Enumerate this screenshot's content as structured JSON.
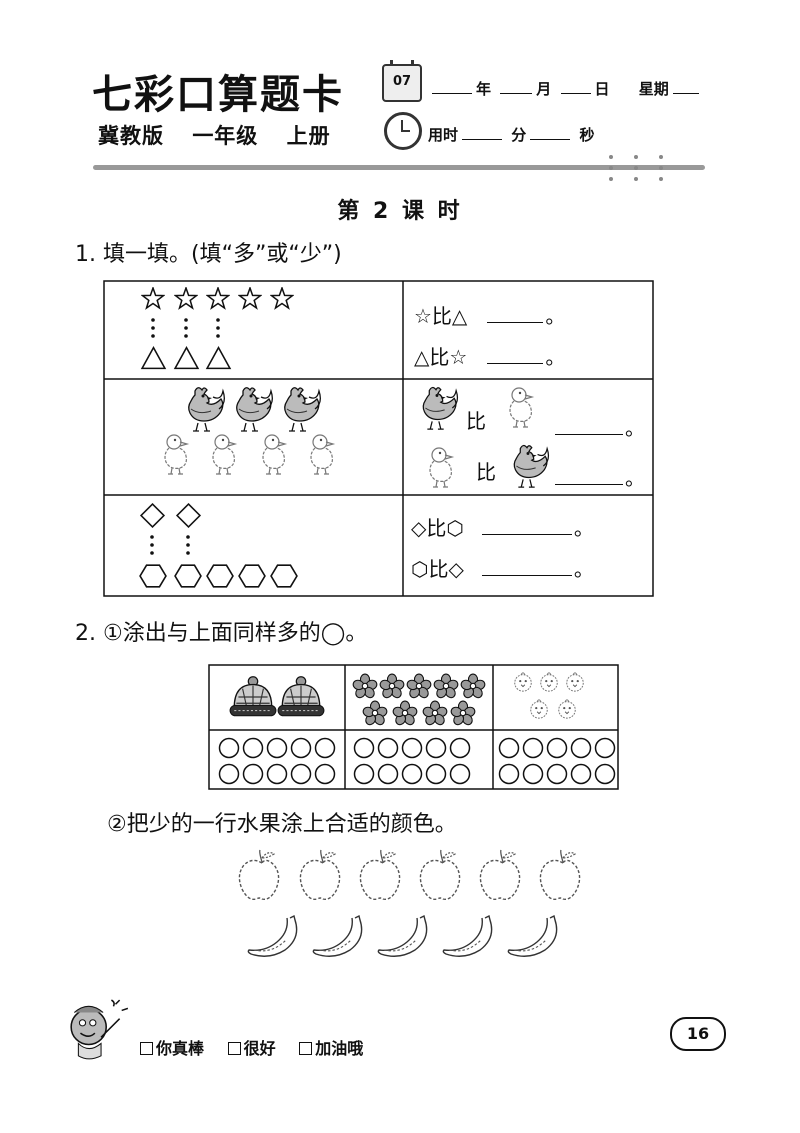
{
  "header": {
    "brand": "七彩口算题卡",
    "edition": [
      "冀教版",
      "一年级",
      "上册"
    ],
    "calendar_day": "07",
    "date_labels": [
      "年",
      "月",
      "日",
      "星期"
    ],
    "time_labels": [
      "用时",
      "分",
      "秒"
    ]
  },
  "lesson_title": "第 2 课 时",
  "q1": {
    "title": "1. 填一填。(填“多”或“少”)",
    "rows": [
      {
        "l1": "☆比△",
        "l2": "△比☆",
        "end": "。"
      },
      {
        "bi": "比",
        "end": "。"
      },
      {
        "l1": "◇比⬡",
        "l2": "⬡比◇",
        "end": "。"
      }
    ]
  },
  "q2": {
    "title": "2. ①涂出与上面同样多的◯。",
    "sub": "②把少的一行水果涂上合适的颜色。"
  },
  "footer": {
    "praise": [
      "你真棒",
      "很好",
      "加油哦"
    ],
    "page_number": "16"
  }
}
